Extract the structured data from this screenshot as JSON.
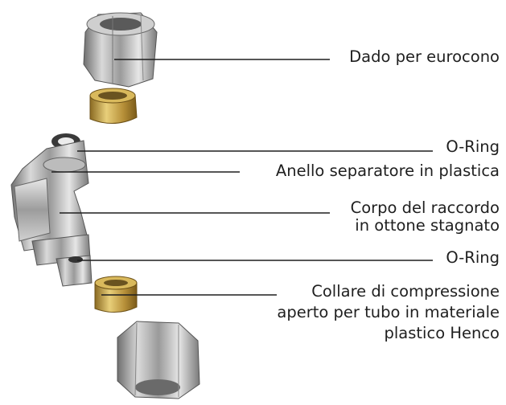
{
  "colors": {
    "background": "#ffffff",
    "leader_line": "#1f1f1f",
    "text": "#1f1f1f",
    "chrome": "#b9b9b9",
    "brass": "#c9a24a"
  },
  "labels": [
    {
      "id": "nut-top",
      "lines": [
        "Dado per eurocono"
      ]
    },
    {
      "id": "o-ring-top",
      "lines": [
        "O-Ring"
      ]
    },
    {
      "id": "separator-ring",
      "lines": [
        "Anello separatore in plastica"
      ]
    },
    {
      "id": "body",
      "lines": [
        "Corpo del raccordo",
        "in ottone stagnato"
      ]
    },
    {
      "id": "o-ring-bottom",
      "lines": [
        "O-Ring"
      ]
    },
    {
      "id": "compression-collar",
      "lines": [
        "Collare di compressione",
        "aperto per tubo in materiale",
        "plastico Henco"
      ]
    }
  ]
}
